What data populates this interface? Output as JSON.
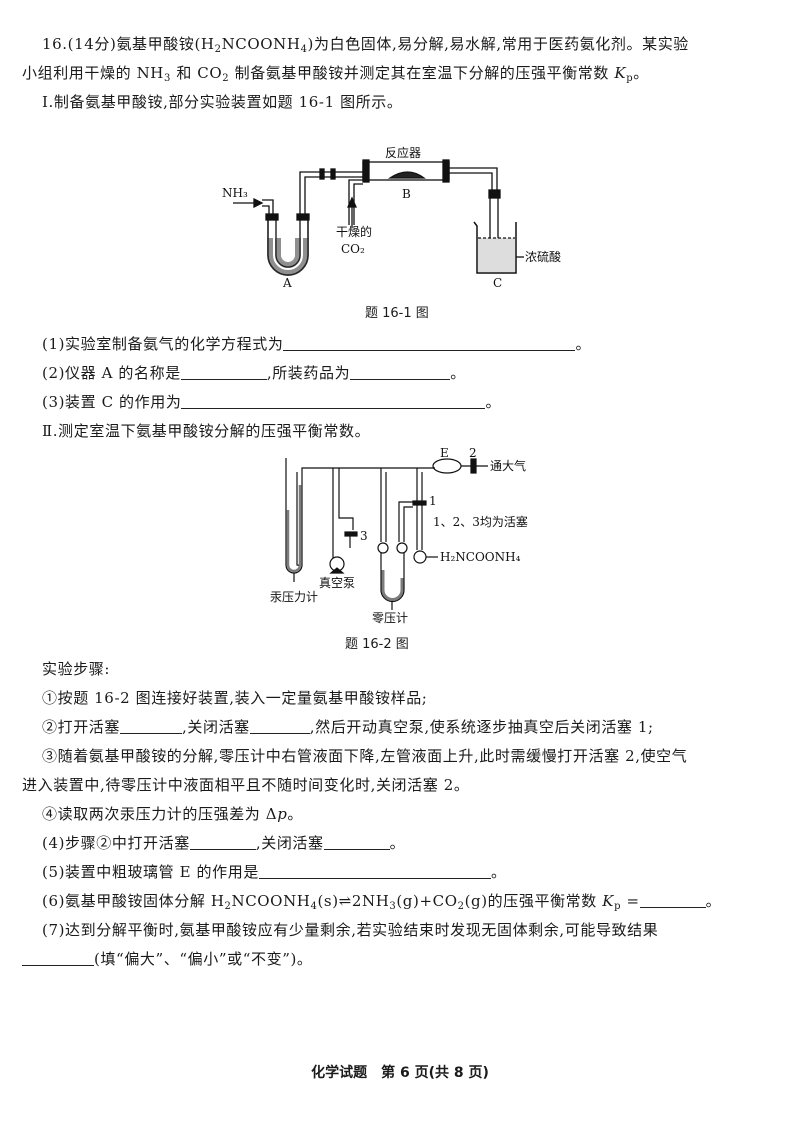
{
  "question": {
    "lines": [
      [
        {
          "t": "16.(14分)氨基甲酸铵(H"
        },
        {
          "s": "2"
        },
        {
          "t": "NCOONH"
        },
        {
          "s": "4"
        },
        {
          "t": ")为白色固体,易分解,易水解,常用于医药氨化剂。某实验"
        }
      ],
      [
        {
          "t": "小组利用干燥的 NH"
        },
        {
          "s": "3"
        },
        {
          "t": " 和 CO"
        },
        {
          "s": "2"
        },
        {
          "t": " 制备氨基甲酸铵并测定其在室温下分解的压强平衡常数 "
        },
        {
          "i": "K"
        },
        {
          "s": "p"
        },
        {
          "t": "。"
        }
      ],
      [
        {
          "t": "Ⅰ.制备氨基甲酸铵,部分实验装置如题 16-1 图所示。"
        }
      ],
      [
        {
          "t": "(1)实验室制备氨气的化学方程式为"
        },
        {
          "b": "q1"
        },
        {
          "t": "。"
        }
      ],
      [
        {
          "t": "(2)仪器 A 的名称是"
        },
        {
          "b": "q2a"
        },
        {
          "t": ",所装药品为"
        },
        {
          "b": "q2b"
        },
        {
          "t": "。"
        }
      ],
      [
        {
          "t": "(3)装置 C 的作用为"
        },
        {
          "b": "q3"
        },
        {
          "t": "。"
        }
      ],
      [
        {
          "t": "Ⅱ.测定室温下氨基甲酸铵分解的压强平衡常数。"
        }
      ],
      [
        {
          "t": "实验步骤:"
        }
      ],
      [
        {
          "t": "①按题 16-2 图连接好装置,装入一定量氨基甲酸铵样品;"
        }
      ],
      [
        {
          "t": "②打开活塞"
        },
        {
          "b": "s2a"
        },
        {
          "t": ",关闭活塞"
        },
        {
          "b": "s2b"
        },
        {
          "t": ",然后开动真空泵,使系统逐步抽真空后关闭活塞 1;"
        }
      ],
      [
        {
          "t": "③随着氨基甲酸铵的分解,零压计中右管液面下降,左管液面上升,此时需缓慢打开活塞 2,使空气"
        }
      ],
      [
        {
          "t": "进入装置中,待零压计中液面相平且不随时间变化时,关闭活塞 2。"
        }
      ],
      [
        {
          "t": "④读取两次汞压力计的压强差为 Δ"
        },
        {
          "i": "p"
        },
        {
          "t": "。"
        }
      ],
      [
        {
          "t": "(4)步骤②中打开活塞"
        },
        {
          "b": "q4a"
        },
        {
          "t": ",关闭活塞"
        },
        {
          "b": "q4b"
        },
        {
          "t": "。"
        }
      ],
      [
        {
          "t": "(5)装置中粗玻璃管 E 的作用是"
        },
        {
          "b": "q5"
        },
        {
          "t": "。"
        }
      ],
      [
        {
          "t": "(6)氨基甲酸铵固体分解 H"
        },
        {
          "s": "2"
        },
        {
          "t": "NCOONH"
        },
        {
          "s": "4"
        },
        {
          "t": "(s)⇌2NH"
        },
        {
          "s": "3"
        },
        {
          "t": "(g)+CO"
        },
        {
          "s": "2"
        },
        {
          "t": "(g)的压强平衡常数 "
        },
        {
          "i": "K"
        },
        {
          "s": "p"
        },
        {
          "t": " ="
        },
        {
          "b": "q6"
        },
        {
          "t": "。"
        }
      ],
      [
        {
          "t": "(7)达到分解平衡时,氨基甲酸铵应有少量剩余,若实验结束时发现无固体剩余,可能导致结果"
        }
      ],
      [
        {
          "b": "q7"
        },
        {
          "t": "(填“偏大”、“偏小”或“不变”)。"
        }
      ]
    ]
  },
  "figure1": {
    "caption": "题 16-1 图",
    "nh3": "NH₃",
    "reactor": "反应器",
    "b": "B",
    "dry": "干燥的",
    "co2": "CO₂",
    "acid": "浓硫酸",
    "a": "A",
    "c": "C"
  },
  "figure2": {
    "caption": "题 16-2 图",
    "e": "E",
    "two": "2",
    "atm": "通大气",
    "one": "1",
    "note": "1、2、3均为活塞",
    "three": "3",
    "sample": "H₂NCOONH₄",
    "hg": "汞压力计",
    "pump": "真空泵",
    "zero": "零压计"
  },
  "footer": "化学试题　第 6 页(共 8 页)"
}
